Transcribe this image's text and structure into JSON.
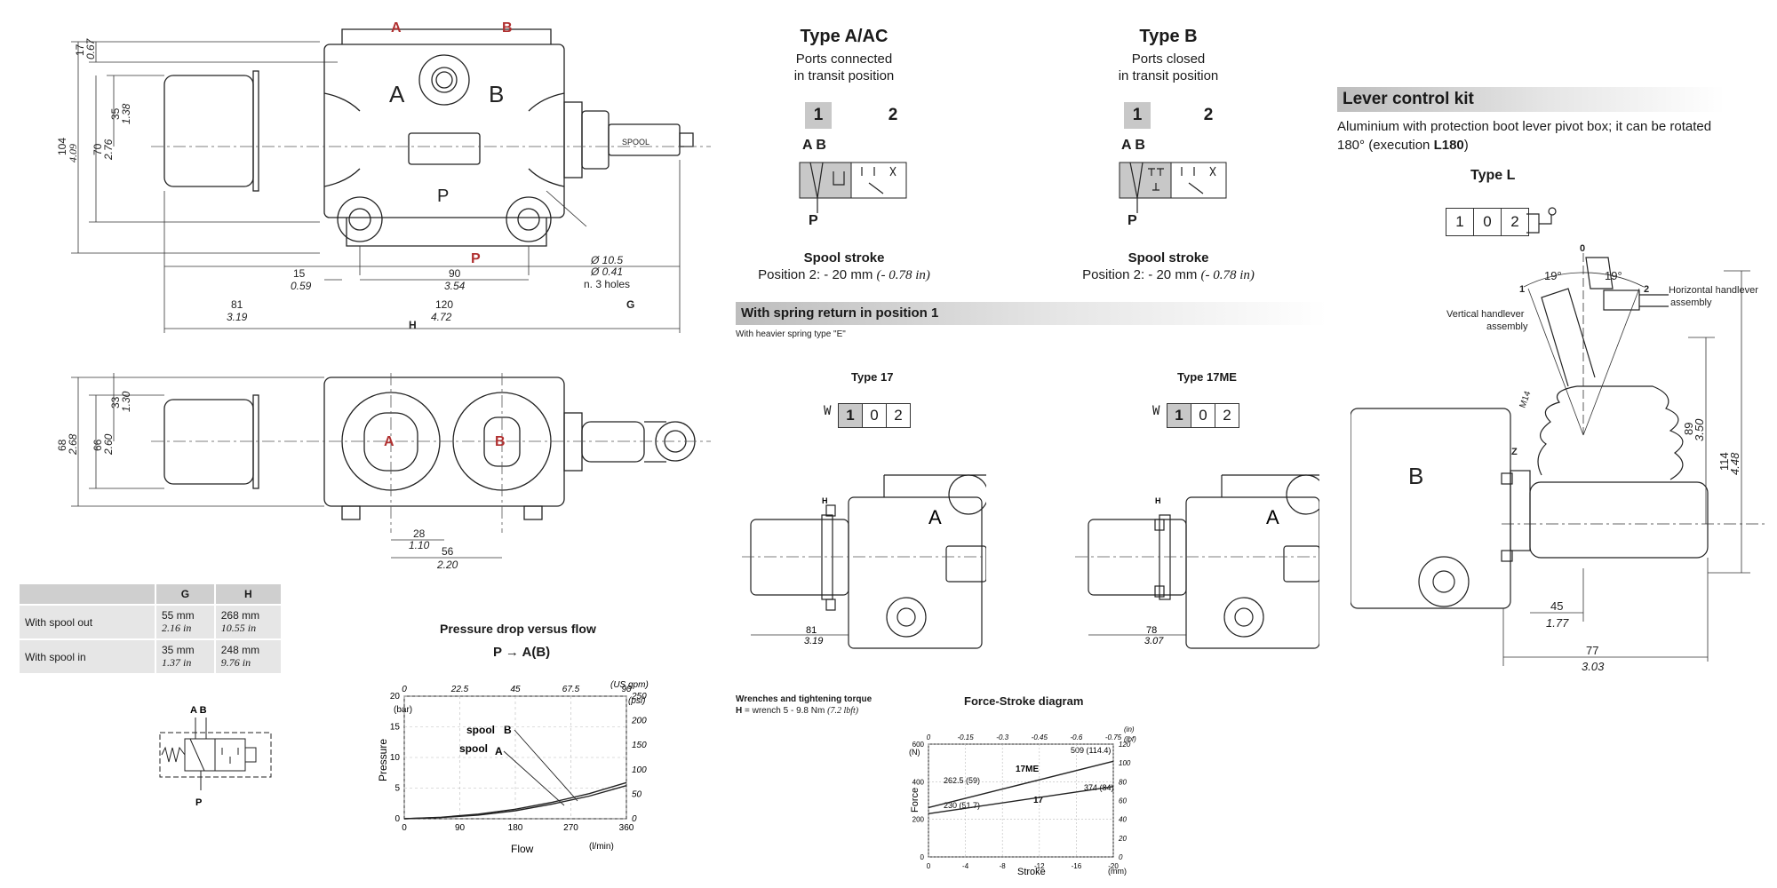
{
  "colors": {
    "accent": "#b03030",
    "header_bar": "#bdbdbd",
    "table_header": "#cfcfcf",
    "table_cell": "#e6e6e6",
    "shaded_cell": "#c8c8c8"
  },
  "top_drawing": {
    "ports": {
      "a": "A",
      "b": "B",
      "p": "P",
      "a_body": "A",
      "b_body": "B",
      "p_body": "P"
    },
    "dim_17": "17",
    "dim_17_in": "0.67",
    "dim_35": "35",
    "dim_35_in": "1.38",
    "dim_70": "70",
    "dim_70_in": "2.76",
    "dim_104": "104",
    "dim_104_in": "4.09",
    "hole_mm": "Ø 10.5",
    "hole_in": "Ø 0.41",
    "hole_note": "n. 3 holes",
    "dim_15": "15",
    "dim_15_in": "0.59",
    "dim_90": "90",
    "dim_90_in": "3.54",
    "dim_81": "81",
    "dim_81_in": "3.19",
    "dim_120": "120",
    "dim_120_in": "4.72",
    "dim_g": "G",
    "dim_h": "H",
    "spool_text": "SPOOL"
  },
  "side_drawing": {
    "a": "A",
    "b": "B",
    "dim_68": "68",
    "dim_68_in": "2.68",
    "dim_66": "66",
    "dim_66_in": "2.60",
    "dim_33": "33",
    "dim_33_in": "1.30",
    "dim_28": "28",
    "dim_28_in": "1.10",
    "dim_56": "56",
    "dim_56_in": "2.20"
  },
  "gh_table": {
    "headers": [
      "",
      "G",
      "H"
    ],
    "rows": [
      {
        "label": "With spool out",
        "g_mm": "55 mm",
        "g_in": "2.16 in",
        "h_mm": "268 mm",
        "h_in": "10.55 in"
      },
      {
        "label": "With spool in",
        "g_mm": "35 mm",
        "g_in": "1.37 in",
        "h_mm": "248 mm",
        "h_in": "9.76 in"
      }
    ]
  },
  "symbol": {
    "ab": "A B",
    "p": "P"
  },
  "pressure_chart": {
    "title": "Pressure drop versus flow",
    "subtitle": "P → A(B)",
    "ylabel": "Pressure",
    "yunit_left": "(bar)",
    "yunit_right": "(psi)",
    "xlabel": "Flow",
    "xunit": "(l/min)",
    "xunit_top": "(US gpm)",
    "spool_b_label": "spool",
    "spool_b_letter": "B",
    "spool_a_label": "spool",
    "spool_a_letter": "A"
  },
  "chart_data": [
    {
      "type": "line",
      "title": "Pressure drop versus flow",
      "subtitle": "P → A(B)",
      "xlabel": "Flow",
      "xunit": "(l/min)",
      "ylabel": "Pressure",
      "yunit": "(bar)",
      "xlim": [
        0,
        360
      ],
      "ylim": [
        0,
        20
      ],
      "x_ticks": [
        0,
        90,
        180,
        270,
        360
      ],
      "y_ticks": [
        0,
        5,
        10,
        15,
        20
      ],
      "x2_ticks": [
        "0",
        "22.5",
        "45",
        "67.5",
        "90"
      ],
      "y2_ticks": [
        "0",
        "50",
        "100",
        "150",
        "200",
        "250"
      ],
      "grid": true,
      "series": [
        {
          "name": "spool A",
          "x": [
            0,
            60,
            120,
            180,
            240,
            300,
            360
          ],
          "y": [
            0,
            0.2,
            0.6,
            1.3,
            2.4,
            3.7,
            5.4
          ]
        },
        {
          "name": "spool B",
          "x": [
            0,
            60,
            120,
            180,
            240,
            300,
            360
          ],
          "y": [
            0,
            0.25,
            0.75,
            1.55,
            2.7,
            4.1,
            5.9
          ]
        }
      ],
      "annotations": [
        "spool B",
        "spool A"
      ]
    },
    {
      "type": "line",
      "title": "Force-Stroke diagram",
      "xlabel": "Stroke",
      "xunit": "(mm)",
      "ylabel": "Force",
      "yunit": "(N)",
      "xlim": [
        0,
        -20
      ],
      "ylim": [
        0,
        600
      ],
      "x_ticks": [
        0,
        -4,
        -8,
        -12,
        -16,
        -20
      ],
      "y_ticks": [
        0,
        200,
        400,
        600
      ],
      "x2_ticks": [
        "0",
        "-0.15",
        "-0.3",
        "-0.45",
        "-0.6",
        "-0.75"
      ],
      "x2_unit": "(in)",
      "y2_ticks": [
        "0",
        "20",
        "40",
        "60",
        "80",
        "100",
        "120"
      ],
      "y2_unit": "(lbf)",
      "grid": true,
      "series": [
        {
          "name": "17ME",
          "x": [
            0,
            -20
          ],
          "y": [
            262.5,
            509
          ]
        },
        {
          "name": "17",
          "x": [
            0,
            -20
          ],
          "y": [
            230,
            374
          ]
        }
      ],
      "annotations": [
        "262.5 (59)",
        "509 (114.4)",
        "230 (51.7)",
        "374 (84)"
      ]
    }
  ],
  "force_chart": {
    "title": "Force-Stroke diagram",
    "ylabel": "Force",
    "yunit": "(N)",
    "xlabel": "Stroke",
    "xunit": "(mm)",
    "x2unit": "(in)",
    "y2unit": "(lbf)",
    "label_17me": "17ME",
    "label_17": "17",
    "ann_1": "262.5 (59)",
    "ann_2": "509 (114.4)",
    "ann_3": "230 (51.7)",
    "ann_4": "374 (84)"
  },
  "wrenches": {
    "title": "Wrenches and tightening torque",
    "h": "H",
    "text": " = wrench 5 - 9.8 Nm ",
    "torque_in": "(7.2 lbft)"
  },
  "type_a": {
    "title": "Type A/AC",
    "sub1": "Ports connected",
    "sub2": "in transit position",
    "pos1": "1",
    "pos2": "2",
    "ab": "A B",
    "p": "P",
    "stroke_title": "Spool stroke",
    "stroke_text": "Position 2: - 20 mm ",
    "stroke_in": "(- 0.78 in)"
  },
  "type_b": {
    "title": "Type B",
    "sub1": "Ports closed",
    "sub2": "in transit position",
    "pos1": "1",
    "pos2": "2",
    "ab": "A B",
    "p": "P",
    "stroke_title": "Spool stroke",
    "stroke_text": "Position 2: - 20 mm ",
    "stroke_in": "(- 0.78 in)"
  },
  "spring_return": {
    "title": "With spring return in position 1",
    "note": "With heavier spring type \"E\""
  },
  "type_17": {
    "title": "Type 17",
    "cells": [
      "1",
      "0",
      "2"
    ],
    "h": "H",
    "a": "A",
    "dim": "81",
    "dim_in": "3.19"
  },
  "type_17me": {
    "title": "Type 17ME",
    "cells": [
      "1",
      "0",
      "2"
    ],
    "h": "H",
    "a": "A",
    "dim": "78",
    "dim_in": "3.07"
  },
  "lever_kit": {
    "title": "Lever control kit",
    "desc": "Aluminium with protection boot lever pivot box; it can be rotated 180° (execution ",
    "exec": "L180",
    "desc_end": ")",
    "type_title": "Type L",
    "cells": [
      "1",
      "0",
      "2"
    ],
    "angle_0": "0",
    "angle_1": "1",
    "angle_2": "2",
    "deg_left": "19°",
    "deg_right": "19°",
    "vertical": "Vertical handlever",
    "vertical2": "assembly",
    "horizontal": "Horizontal handlever",
    "horizontal2": "assembly",
    "z": "Z",
    "b": "B",
    "dim_m14": "M14",
    "dim_89": "89",
    "dim_89_in": "3.50",
    "dim_114": "114",
    "dim_114_in": "4.48",
    "dim_45": "45",
    "dim_45_in": "1.77",
    "dim_77": "77",
    "dim_77_in": "3.03"
  }
}
